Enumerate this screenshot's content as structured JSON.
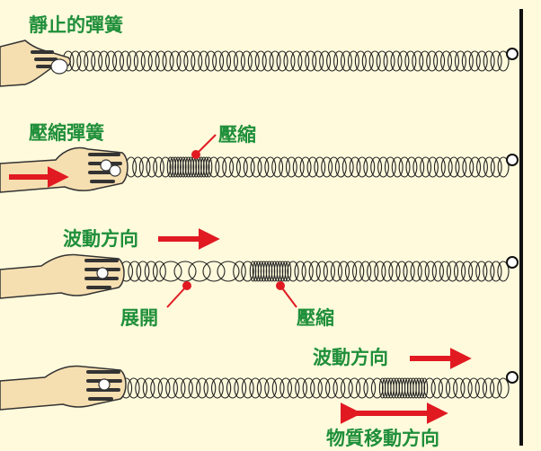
{
  "labels": {
    "row1_title": "靜止的彈簧",
    "row2_title": "壓縮彈簧",
    "row2_compress": "壓縮",
    "row3_direction": "波動方向",
    "row3_expand": "展開",
    "row3_compress": "壓縮",
    "row4_direction": "波動方向",
    "row4_particle": "物質移動方向"
  },
  "colors": {
    "background": "#fffadc",
    "label_text": "#1f8f3a",
    "arrow": "#e11a22",
    "spring": "#222222",
    "skin": "#f5deb0",
    "wall": "#111111"
  }
}
